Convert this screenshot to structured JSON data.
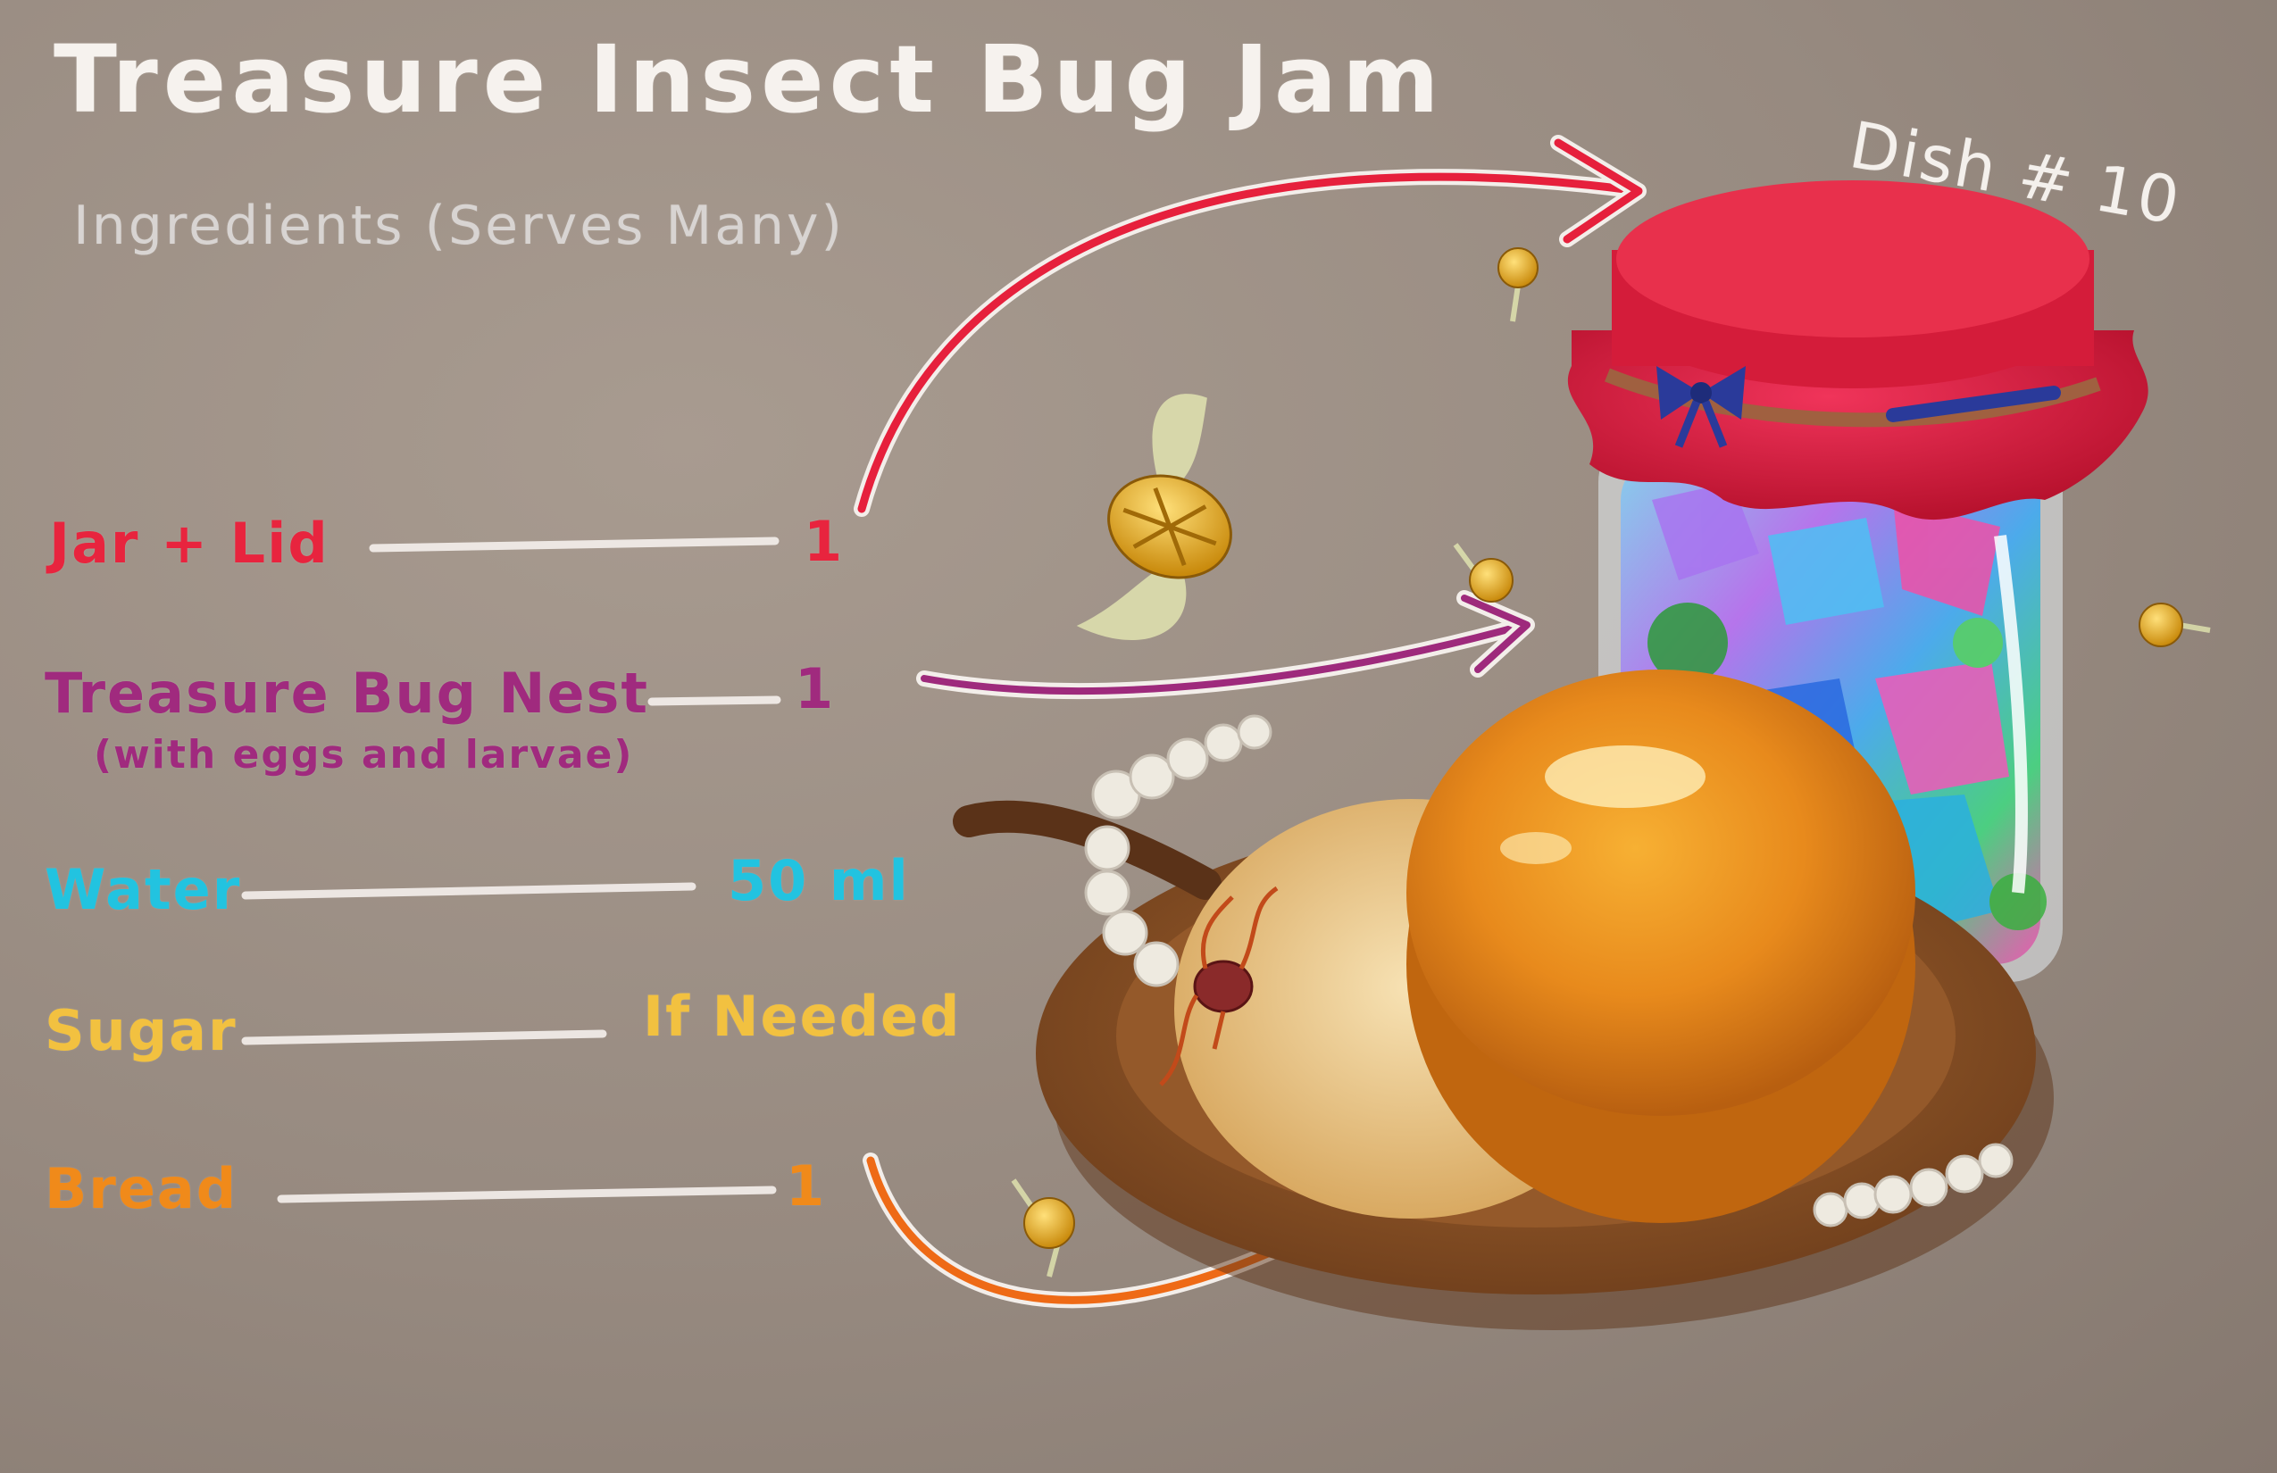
{
  "title": "Treasure Insect Bug Jam",
  "subtitle": "Ingredients (Serves Many)",
  "dish_label": "Dish # 10",
  "ingredients": [
    {
      "name": "Jar + Lid",
      "qty": "1",
      "note": "",
      "color": "#e8243e"
    },
    {
      "name": "Treasure Bug Nest",
      "qty": "1",
      "note": "(with eggs and larvae)",
      "color": "#a02a7e"
    },
    {
      "name": "Water",
      "qty": "50 ml",
      "note": "",
      "color": "#22c3e0"
    },
    {
      "name": "Sugar",
      "qty": "If Needed",
      "note": "",
      "color": "#f2c140"
    },
    {
      "name": "Bread",
      "qty": "1",
      "note": "",
      "color": "#f08a1a"
    }
  ],
  "colors": {
    "chalk_white": "#f6f2ee",
    "lid_red": "#d8203e",
    "bread_orange": "#e8901f",
    "plate_brown": "#8a5228",
    "gold_bug": "#e0a81a"
  }
}
